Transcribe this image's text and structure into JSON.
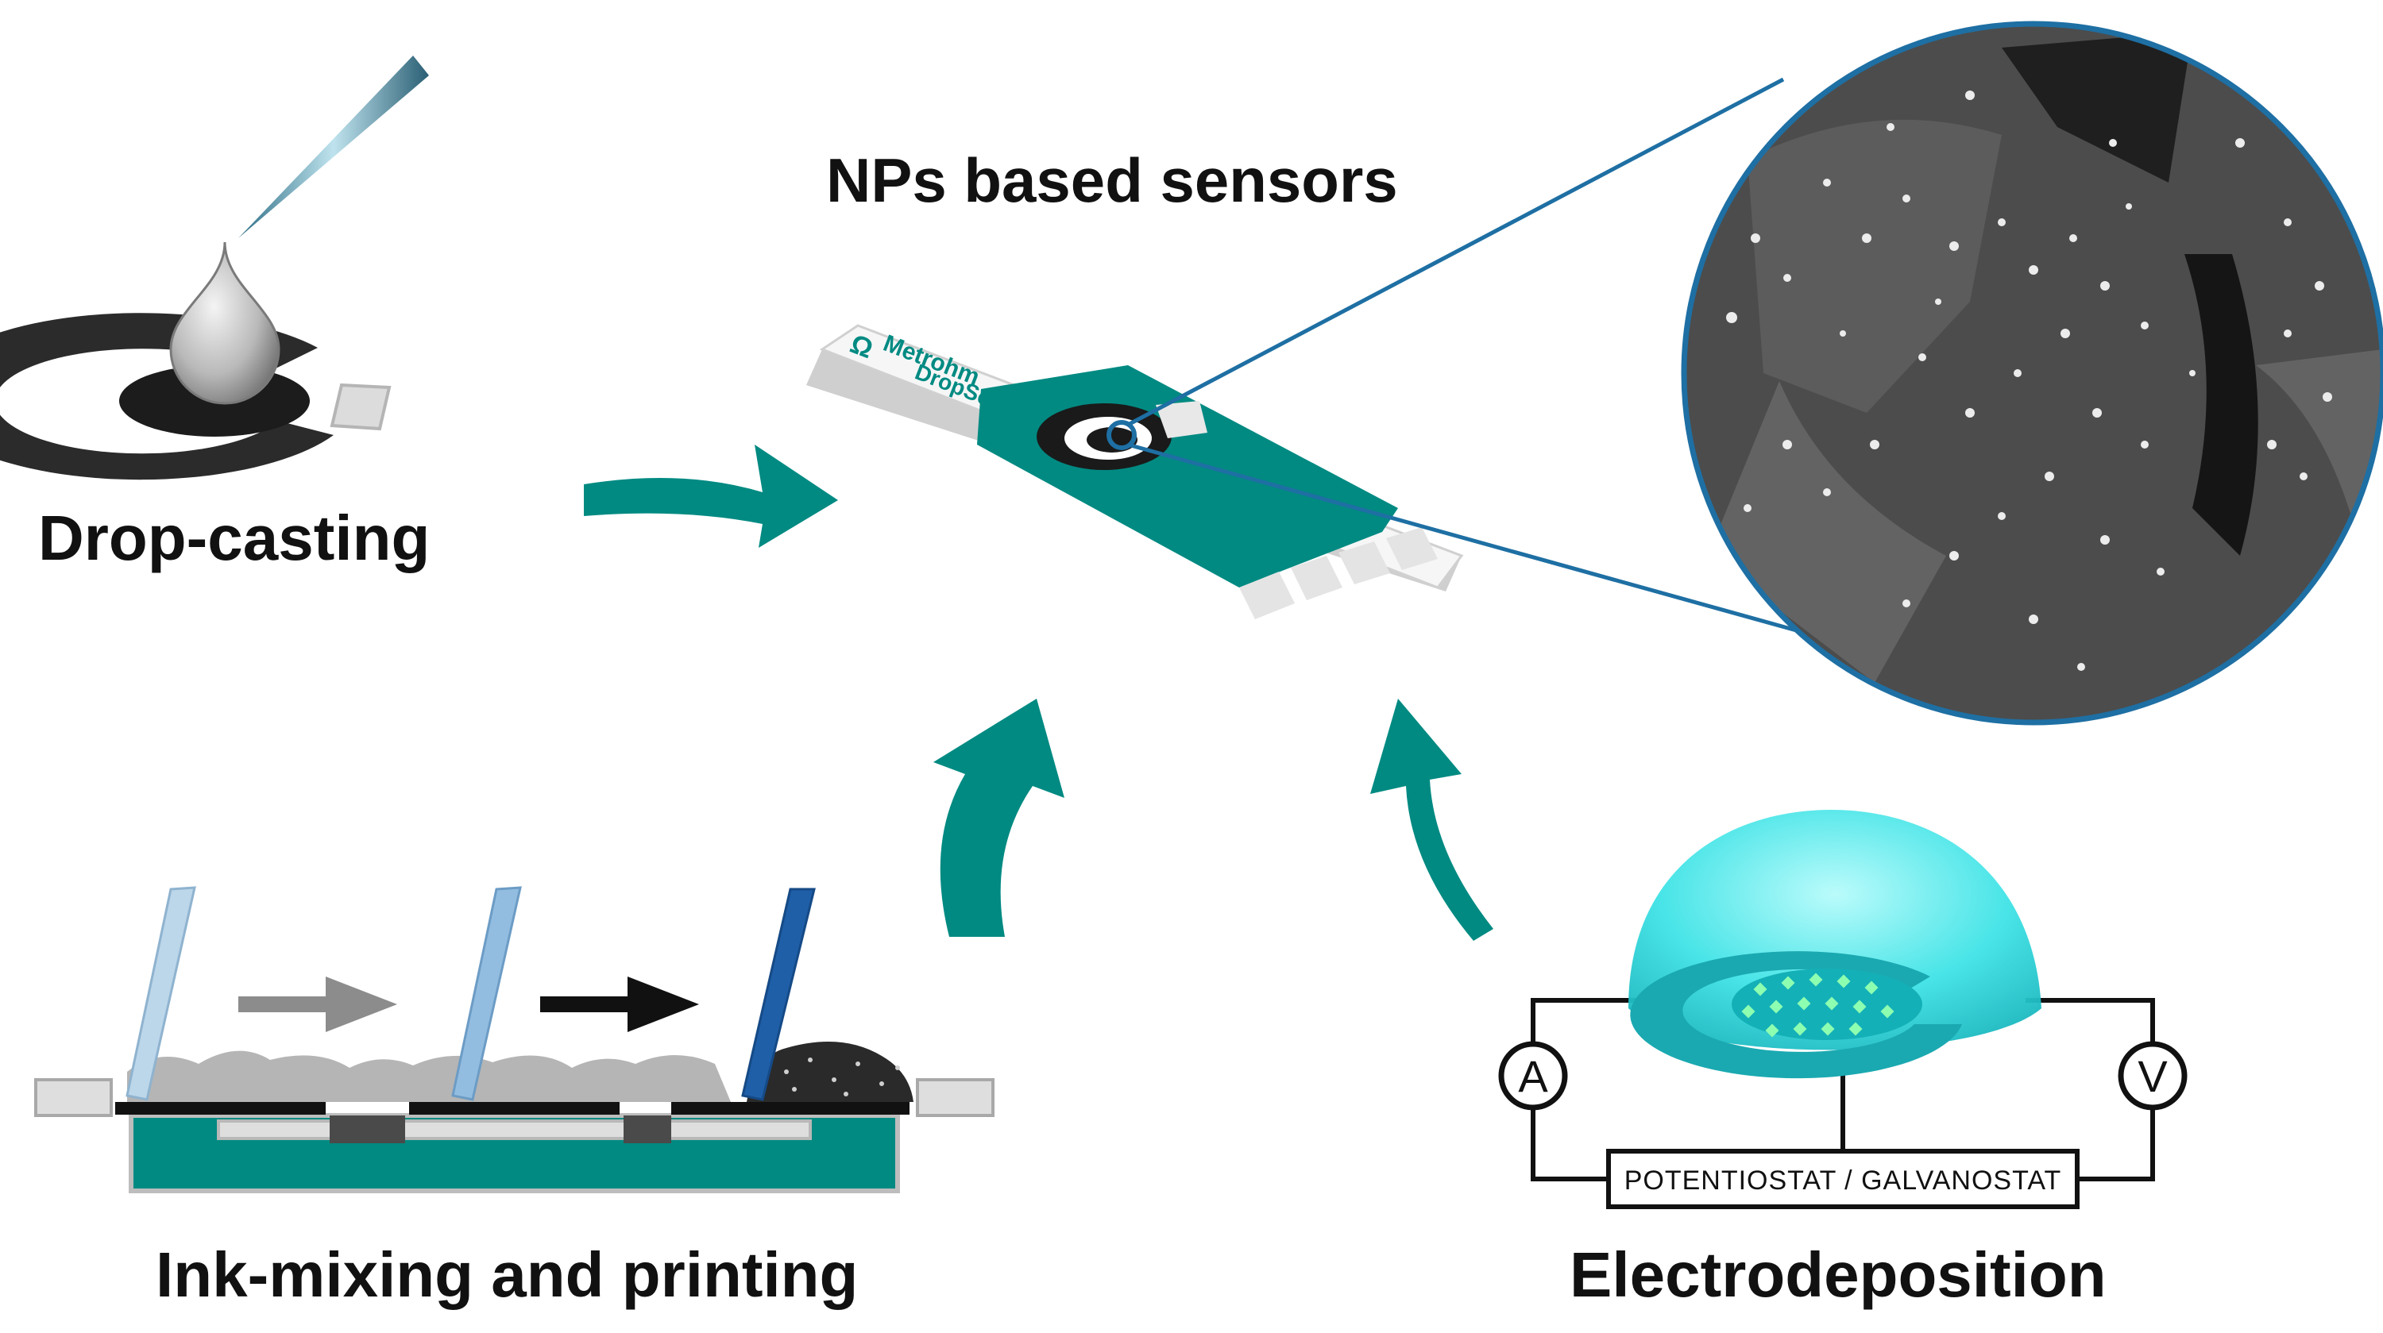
{
  "title": "NPs based sensors",
  "methods": {
    "drop_casting": "Drop-casting",
    "ink_mixing": "Ink-mixing and printing",
    "electrodeposition": "Electrodeposition"
  },
  "electrode": {
    "brand_line1": "Metrohm",
    "brand_line2": "DropSens"
  },
  "circuit": {
    "ammeter": "A",
    "voltmeter": "V",
    "instrument": "POTENTIOSTAT / GALVANOSTAT"
  },
  "colors": {
    "teal": "#008a82",
    "teal_dark": "#006e68",
    "zoom_ring": "#1e6fa3",
    "electrolyte": "#3fe3e6"
  }
}
